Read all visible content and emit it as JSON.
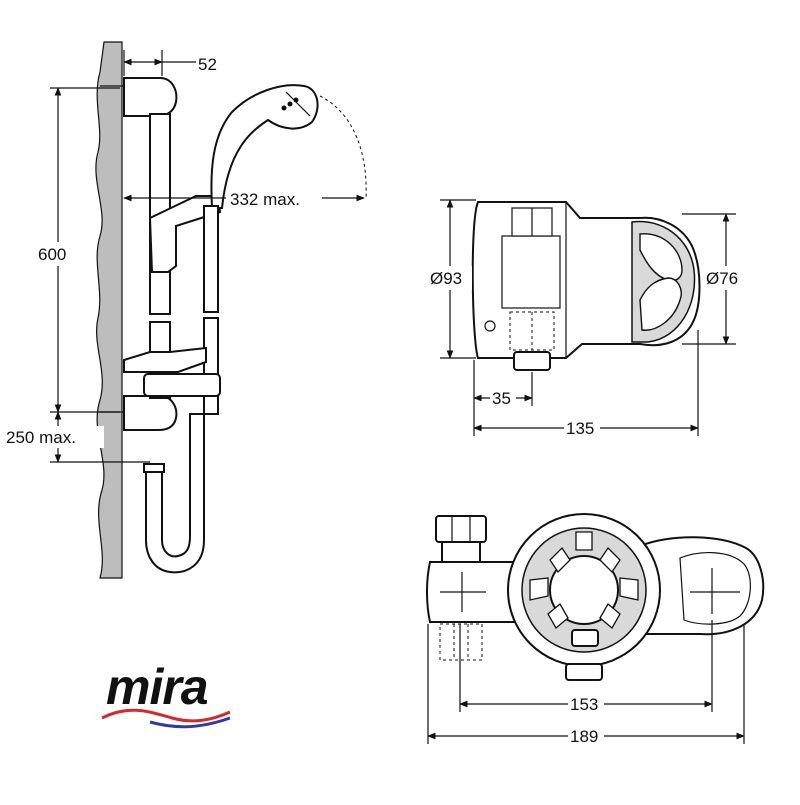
{
  "logo": {
    "text": "mira",
    "colors": {
      "text": "#111111",
      "wave_red": "#d42a2a",
      "wave_blue": "#2a3f9e"
    }
  },
  "rail_view": {
    "dimensions": {
      "wall_offset": "52",
      "handset_reach": "332 max.",
      "rail_height": "600",
      "hose_clearance": "250 max."
    }
  },
  "side_view": {
    "dimensions": {
      "body_diameter": "Ø93",
      "control_diameter": "Ø76",
      "outlet_depth": "35",
      "overall_depth": "135"
    }
  },
  "front_view": {
    "dimensions": {
      "centres": "153",
      "overall_width": "189"
    }
  },
  "colors": {
    "wall": "#bdbdbd",
    "line": "#111111",
    "shade": "#d9d9d9"
  }
}
